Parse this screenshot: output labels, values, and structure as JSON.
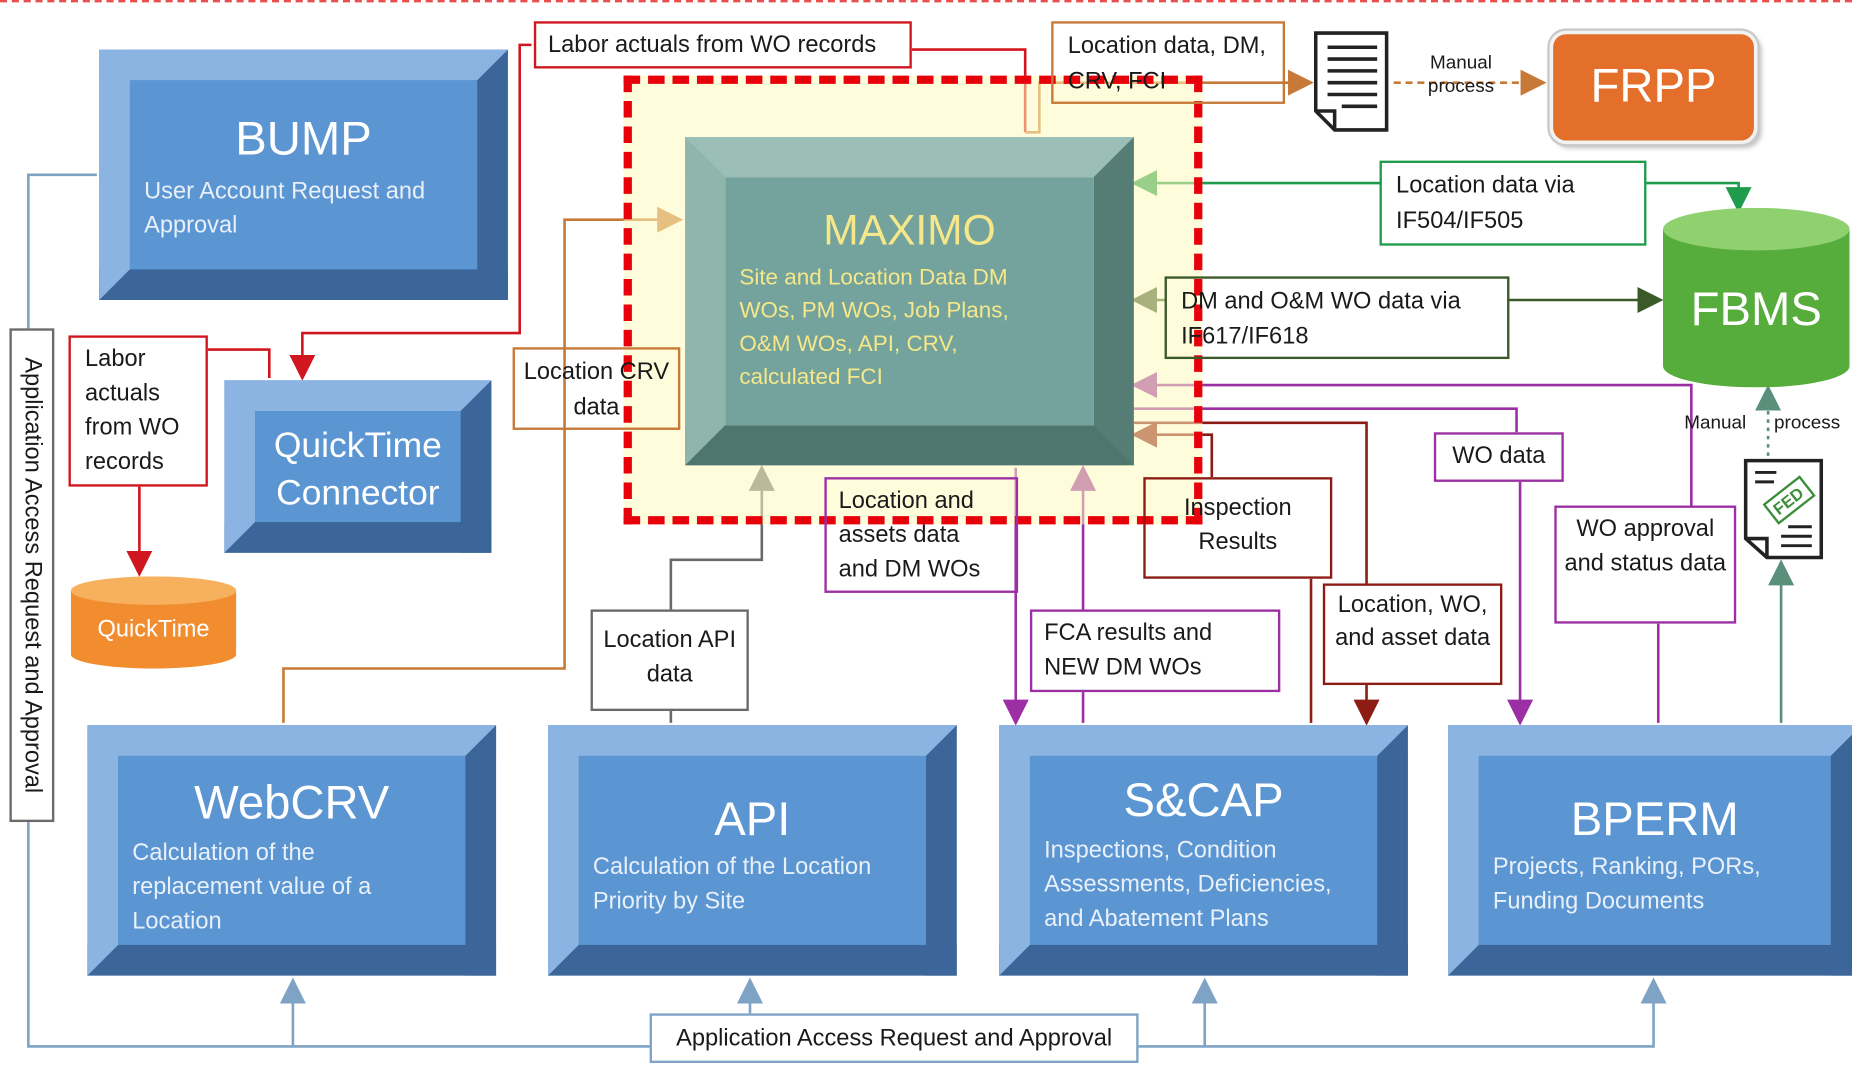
{
  "systems": {
    "bump": {
      "title": "BUMP",
      "desc": "User Account Request and Approval"
    },
    "quicktime_connector": {
      "title": "QuickTime Connector"
    },
    "maximo": {
      "title": "MAXIMO",
      "desc": "Site and Location Data DM  WOs, PM WOs, Job Plans, O&M WOs, API, CRV, calculated FCI"
    },
    "webcrv": {
      "title": "WebCRV",
      "desc": "Calculation of the replacement value of a Location"
    },
    "api": {
      "title": "API",
      "desc": "Calculation of the Location Priority by Site"
    },
    "scap": {
      "title": "S&CAP",
      "desc": "Inspections, Condition Assessments, Deficiencies, and Abatement Plans"
    },
    "bperm": {
      "title": "BPERM",
      "desc": "Projects, Ranking, PORs, Funding Documents"
    },
    "frpp": {
      "title": "FRPP"
    },
    "fbms": {
      "title": "FBMS"
    },
    "quicktime": {
      "title": "QuickTime"
    }
  },
  "flows": {
    "labor_wo_top": "Labor actuals from WO records",
    "location_dm_crv_fci": "Location data, DM, CRV, FCI",
    "manual_process_1": "Manual process",
    "location_if504": "Location data via IF504/IF505",
    "dm_om_if617": "DM and O&M WO data via IF617/IF618",
    "manual": "Manual",
    "process": "process",
    "labor_wo_left": "Labor actuals from WO records",
    "location_crv": "Location CRV data",
    "location_assets_dm": "Location and assets data and DM WOs",
    "inspection_results": "Inspection Results",
    "wo_data": "WO data",
    "wo_approval_status": "WO approval and status data",
    "location_api": "Location API data",
    "fca_results": "FCA results and NEW DM WOs",
    "location_wo_asset": "Location, WO, and asset data",
    "access_bottom": "Application Access Request and Approval",
    "access_left": "Application Access Request and Approval"
  },
  "icons": {
    "document": "document-icon",
    "fed_document": "fed-document-icon",
    "fed_stamp": "FED"
  },
  "colors": {
    "red": "#d0161e",
    "orange": "#c77a37",
    "green": "#1f9b4c",
    "darkgreen": "#3b5a2a",
    "purple": "#9b2fa3",
    "maroon": "#8c1c14",
    "gray": "#6a6a6a",
    "steel": "#7ea3c5"
  }
}
